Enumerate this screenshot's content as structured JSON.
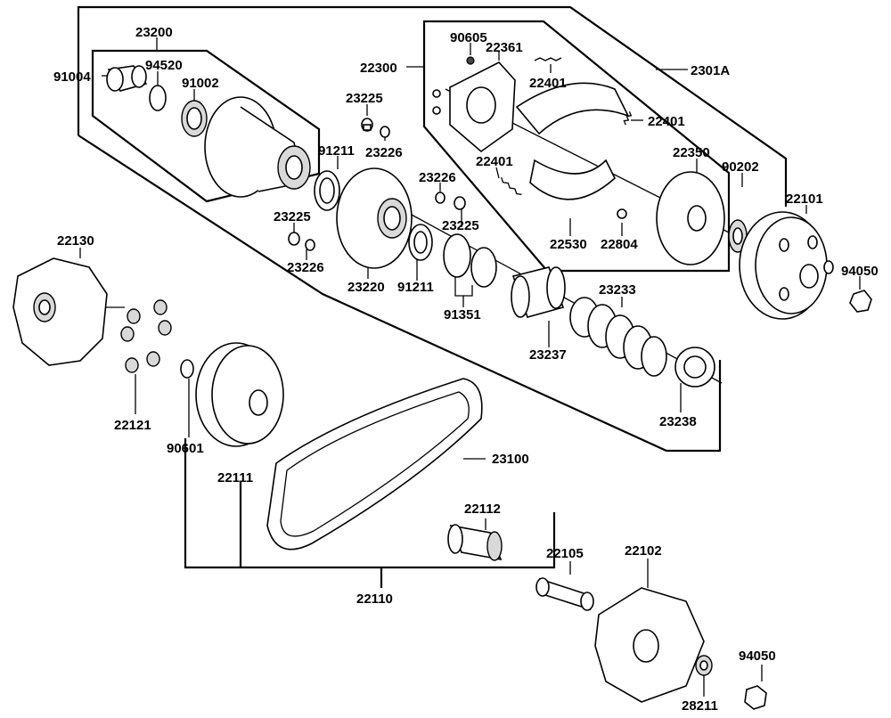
{
  "labels": [
    {
      "id": "23200",
      "text": "23200"
    },
    {
      "id": "91004",
      "text": "91004"
    },
    {
      "id": "94520",
      "text": "94520"
    },
    {
      "id": "91002",
      "text": "91002"
    },
    {
      "id": "23225a",
      "text": "23225"
    },
    {
      "id": "23226a",
      "text": "23226"
    },
    {
      "id": "91211a",
      "text": "91211"
    },
    {
      "id": "22300",
      "text": "22300"
    },
    {
      "id": "90605",
      "text": "90605"
    },
    {
      "id": "22361",
      "text": "22361"
    },
    {
      "id": "22401a",
      "text": "22401"
    },
    {
      "id": "22401b",
      "text": "22401"
    },
    {
      "id": "22401c",
      "text": "22401"
    },
    {
      "id": "2301A",
      "text": "2301A"
    },
    {
      "id": "22350",
      "text": "22350"
    },
    {
      "id": "90202",
      "text": "90202"
    },
    {
      "id": "22101",
      "text": "22101"
    },
    {
      "id": "23226b",
      "text": "23226"
    },
    {
      "id": "23225b",
      "text": "23225"
    },
    {
      "id": "23225c",
      "text": "23225"
    },
    {
      "id": "23226c",
      "text": "23226"
    },
    {
      "id": "22530",
      "text": "22530"
    },
    {
      "id": "22804",
      "text": "22804"
    },
    {
      "id": "94050a",
      "text": "94050"
    },
    {
      "id": "22130",
      "text": "22130"
    },
    {
      "id": "23220",
      "text": "23220"
    },
    {
      "id": "91211b",
      "text": "91211"
    },
    {
      "id": "91351",
      "text": "91351"
    },
    {
      "id": "23233",
      "text": "23233"
    },
    {
      "id": "23237",
      "text": "23237"
    },
    {
      "id": "22121",
      "text": "22121"
    },
    {
      "id": "90601",
      "text": "90601"
    },
    {
      "id": "22111",
      "text": "22111"
    },
    {
      "id": "23238",
      "text": "23238"
    },
    {
      "id": "23100",
      "text": "23100"
    },
    {
      "id": "22112",
      "text": "22112"
    },
    {
      "id": "22105",
      "text": "22105"
    },
    {
      "id": "22102",
      "text": "22102"
    },
    {
      "id": "22110",
      "text": "22110"
    },
    {
      "id": "94050b",
      "text": "94050"
    },
    {
      "id": "28211",
      "text": "28211"
    }
  ]
}
